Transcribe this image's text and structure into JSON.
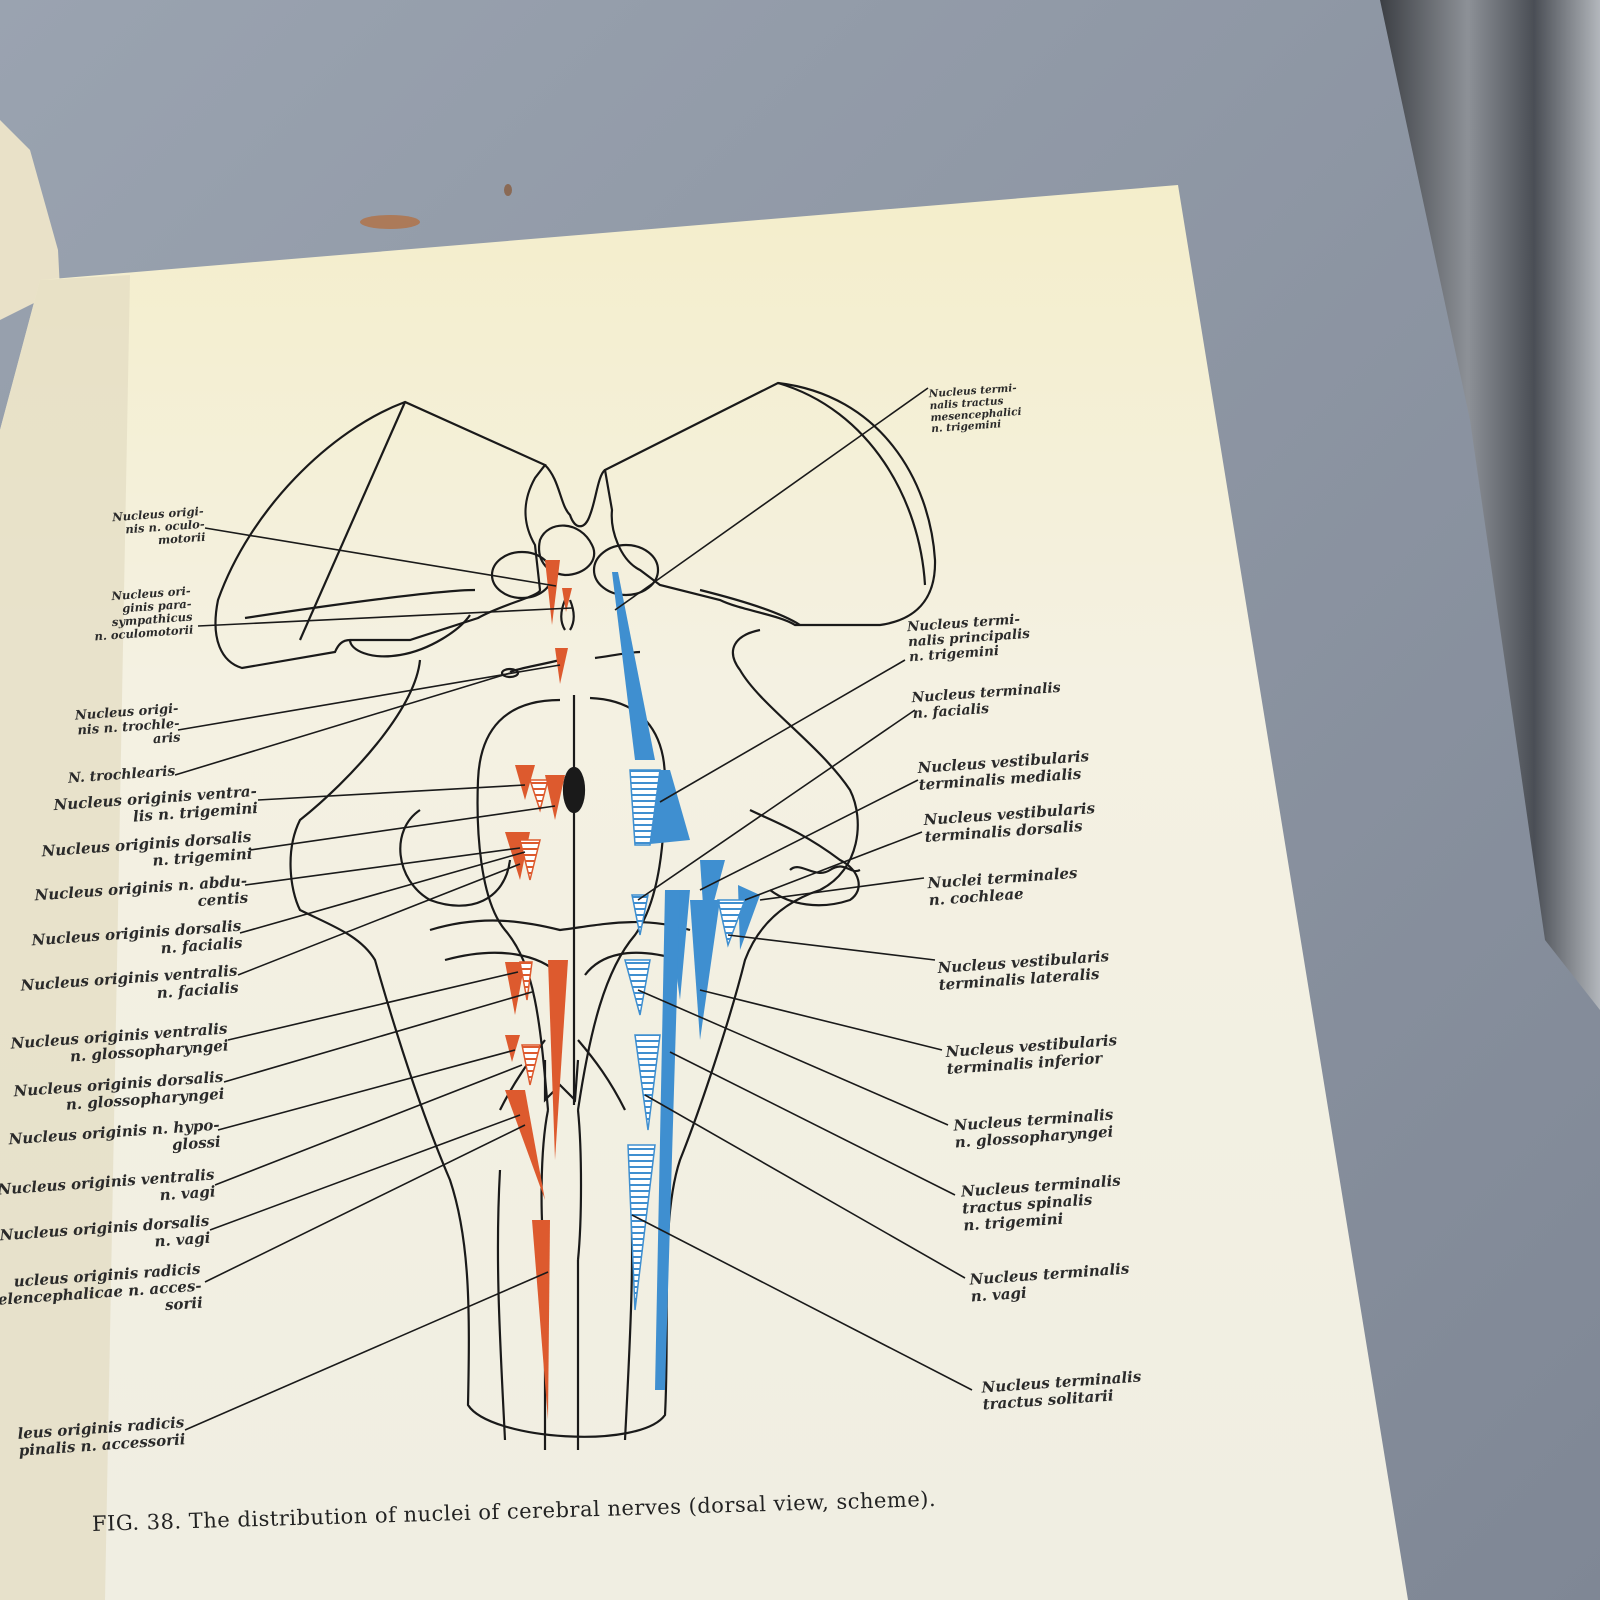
{
  "figure": {
    "caption": "FIG. 38. The distribution of nuclei of cerebral nerves  (dorsal view, scheme).",
    "left_labels": [
      [
        "Nucleus origi-",
        "nis  n.  oculo-",
        "motorii"
      ],
      [
        "Nucleus ori-",
        "ginis  para-",
        "sympathicus",
        "n. oculomotorii"
      ],
      [
        "Nucleus origi-",
        "nis  n. trochle-",
        "aris"
      ],
      [
        "N.  trochlearis"
      ],
      [
        "Nucleus  originis  ventra-",
        "lis  n. trigemini"
      ],
      [
        "Nucleus  originis  dorsalis",
        "n.  trigemini"
      ],
      [
        "Nucleus  originis  n.  abdu-",
        "centis"
      ],
      [
        "Nucleus  originis  dorsalis",
        "n.  facialis"
      ],
      [
        "Nucleus  originis  ventralis",
        "n.  facialis"
      ],
      [
        "Nucleus  originis  ventralis",
        "n.  glossopharyngei"
      ],
      [
        "Nucleus  originis  dorsalis",
        "n.  glossopharyngei"
      ],
      [
        "Nucleus  originis  n.  hypo-",
        "glossi"
      ],
      [
        "Nucleus  originis  ventralis",
        "n.  vagi"
      ],
      [
        "Nucleus  originis  dorsalis",
        "n.  vagi"
      ],
      [
        "ucleus  originis  radicis",
        "yelencephalicae n. acces-",
        "sorii"
      ],
      [
        "leus  originis  radicis",
        "pinalis  n.  accessorii"
      ]
    ],
    "right_labels": [
      [
        "Nucleus  termi-",
        "nalis    tractus",
        "mesencephalici",
        "n. trigemini"
      ],
      [
        "Nucleus  termi-",
        "nalis principalis",
        "n.  trigemini"
      ],
      [
        "Nucleus  terminalis",
        "n.  facialis"
      ],
      [
        "Nucleus   vestibularis",
        "terminalis  medialis"
      ],
      [
        "Nucleus   vestibularis",
        "terminalis  dorsalis"
      ],
      [
        "Nuclei  terminales",
        "n.  cochleae"
      ],
      [
        "Nucleus   vestibularis",
        "terminalis  lateralis"
      ],
      [
        "Nucleus   vestibularis",
        "terminalis  inferior"
      ],
      [
        "Nucleus  terminalis",
        "n.  glossopharyngei"
      ],
      [
        "Nucleus    terminalis",
        "tractus   spinalis",
        "n.  trigemini"
      ],
      [
        "Nucleus    terminalis",
        "n.  vagi"
      ],
      [
        "Nucleus    terminalis",
        "tractus  solitarii"
      ]
    ]
  },
  "colors": {
    "motor": "#dd5a2e",
    "sensory": "#3f8fd0",
    "page": "#f3f0df",
    "ink": "#1a1a1a"
  }
}
